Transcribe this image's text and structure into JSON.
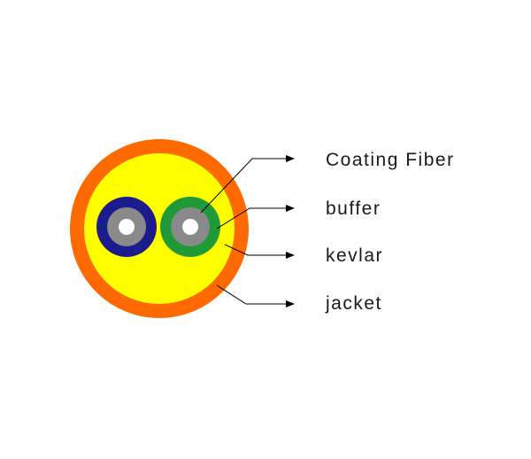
{
  "labels": {
    "coating_fiber": "Coating Fiber",
    "buffer": "buffer",
    "kevlar": "kevlar",
    "jacket": "jacket"
  },
  "colors": {
    "jacket": "#ff6a00",
    "kevlar": "#ffff00",
    "buffer_left": "#1c1c8e",
    "buffer_right": "#1e9a38",
    "coating": "#8a8a8a",
    "fiber_core": "#ffffff",
    "leader": "#000000"
  }
}
